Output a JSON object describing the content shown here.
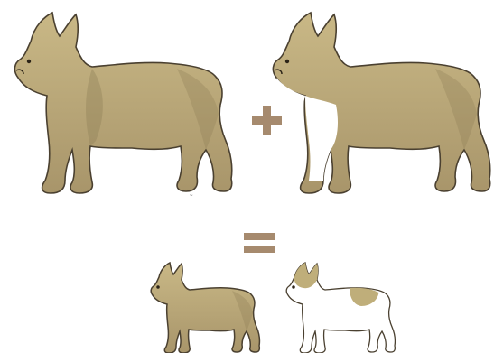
{
  "equation": {
    "operators": [
      "+",
      "="
    ],
    "operator_color": "#a68a6e",
    "parents": [
      {
        "coat": "fawn",
        "color": "#bfae7a",
        "white_markings": false
      },
      {
        "coat": "fawn-pied",
        "color": "#bfae7a",
        "white_markings": true
      }
    ],
    "offspring": [
      {
        "coat": "fawn",
        "color": "#bfae7a",
        "white_markings": false
      },
      {
        "coat": "white-pied",
        "color": "#bfae7a",
        "white_markings": true
      }
    ]
  },
  "palette": {
    "coat": "#bfae7a",
    "coat_shadow": "#8a7a52",
    "outline": "#4a4030",
    "white": "#ffffff",
    "background": "#ffffff"
  }
}
